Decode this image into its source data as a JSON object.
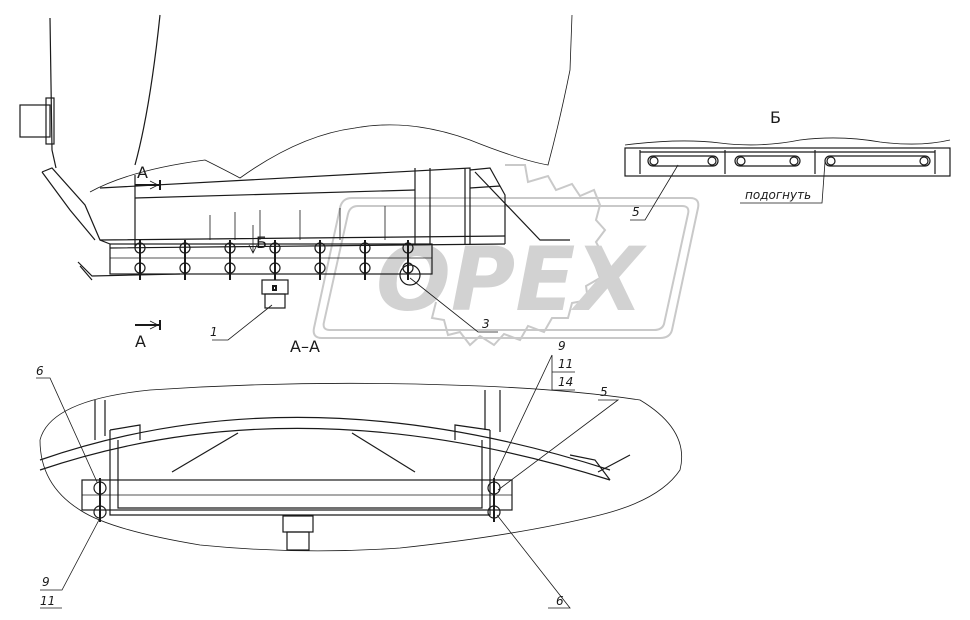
{
  "watermark": {
    "text": "OPEX"
  },
  "views": {
    "section_mark_top": "А",
    "section_mark_bottom": "А",
    "view_b_marker": "Б",
    "view_b_title": "Б",
    "section_title": "А–А"
  },
  "callouts": {
    "c1": "1",
    "c3": "3",
    "c5_top": "5",
    "c5_right": "5",
    "c6_left": "6",
    "c6_bottom": "6",
    "c9_top": "9",
    "c11_top": "11",
    "c14_top": "14",
    "c9_left": "9",
    "c11_left": "11"
  },
  "notes": {
    "bend": "подогнуть"
  }
}
